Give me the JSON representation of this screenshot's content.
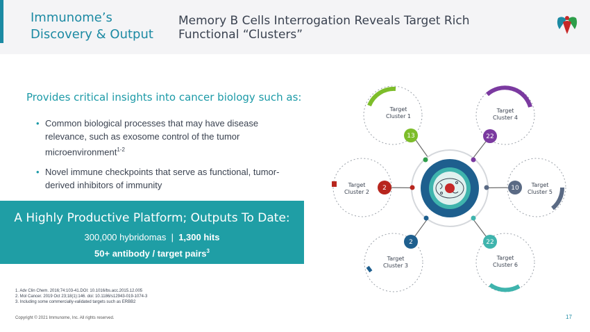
{
  "header": {
    "section_title": "Immunome’s Discovery & Output",
    "page_title": "Memory B Cells Interrogation Reveals Target Rich Functional “Clusters”"
  },
  "content": {
    "subhead": "Provides critical insights into cancer biology such as:",
    "bullets": [
      {
        "text": "Common biological processes that may have disease relevance, such as exosome control of the tumor microenvironment",
        "sup": "1-2"
      },
      {
        "text": "Novel immune checkpoints that serve as functional, tumor-derived inhibitors of immunity",
        "sup": ""
      }
    ]
  },
  "platform": {
    "title": "A Highly Productive Platform; Outputs To Date:",
    "hybridomas": "300,000 hybridomas",
    "separator": "|",
    "hits": "1,300 hits",
    "pairs": "50+ antibody / target pairs",
    "pairs_sup": "3"
  },
  "references": [
    "1.   Adv Clin Chem. 2016;74:103-41.DOI: 10.1016/bs.acc.2015.12.005",
    "2.   Mol Cancer. 2019 Oct 23;18(1):146. doi: 10.1186/s12943-019-1074-3",
    "3.   Including some commercially-validated targets such as ERBB2"
  ],
  "footer": {
    "copyright": "Copyright © 2021 Immunome, Inc. All rights reserved.",
    "page_number": "17"
  },
  "clusters": [
    {
      "line1": "Target",
      "line2": "Cluster 1",
      "count": "13",
      "color": "#7dbd2a"
    },
    {
      "line1": "Target",
      "line2": "Cluster 4",
      "count": "22",
      "color": "#7b3aa0"
    },
    {
      "line1": "Target",
      "line2": "Cluster 2",
      "count": "2",
      "color": "#b8261e"
    },
    {
      "line1": "Target",
      "line2": "Cluster 5",
      "count": "10",
      "color": "#5a6a84"
    },
    {
      "line1": "Target",
      "line2": "Cluster 3",
      "count": "2",
      "color": "#1e5f8e"
    },
    {
      "line1": "Target",
      "line2": "Cluster 6",
      "count": "22",
      "color": "#3fb4ad"
    }
  ],
  "colors": {
    "accent": "#1c8aa3",
    "platform_bg": "#1f9ea5",
    "header_bg": "#f4f4f6",
    "text": "#3a4250"
  },
  "icons": [
    "immunome-logo-icon",
    "cell-icon"
  ]
}
